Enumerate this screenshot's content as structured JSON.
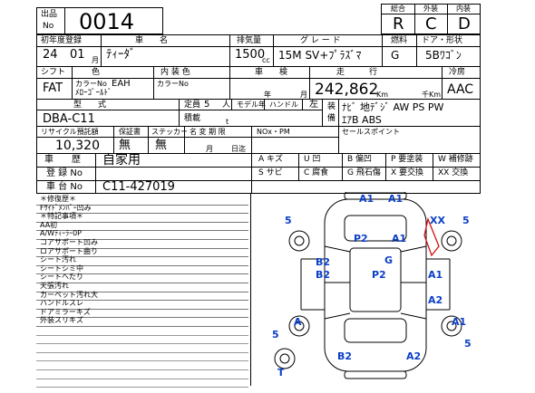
{
  "header": {
    "lot_label_1": "出品",
    "lot_label_2": "No",
    "lot_number": "0014",
    "grade_labels": [
      "総合",
      "外装",
      "内装"
    ],
    "grade_values": [
      "R",
      "C",
      "D"
    ]
  },
  "row1": {
    "reg_label": "初年度登録",
    "model_label": "車　　名",
    "disp_label": "排気量",
    "grade_label": "グ レ ー ド",
    "fuel_label": "燃料",
    "door_label": "ドア・形状",
    "year": "24",
    "month": "01",
    "month_unit": "月",
    "model": "ﾃｨｰﾀﾞ",
    "displacement": "1500",
    "cc_unit": "cc",
    "grade": "15M SV+ﾌﾟﾗｽﾞﾏ",
    "fuel": "G",
    "door": "5Bﾜｺﾞﾝ"
  },
  "row2": {
    "shift_label": "シフト",
    "color_label": "色",
    "interior_label": "内 装 色",
    "inspection_label": "車　　検",
    "mileage_label": "走　　　行",
    "ac_label": "冷房",
    "shift": "FAT",
    "color_no_label": "カラーNo",
    "color_no": "EAH",
    "color_name": "ﾒﾛｰｺﾞｰﾙﾄﾞ",
    "int_color_no_label": "カラーNo",
    "year_unit": "年",
    "month_unit": "月",
    "mileage": "242,862",
    "km_unit": "Km",
    "thousand_km_unit": "千Km",
    "ac": "AAC"
  },
  "row3": {
    "type_label": "型　　式",
    "capacity_label": "定員",
    "capacity": "5",
    "capacity_unit": "人",
    "model_no_label": "モデル年",
    "handle_label": "ハンドル",
    "handle_value": "左",
    "equip_label_1": "装",
    "equip_label_2": "備",
    "equip_line_1": "ﾅﾋﾞ 地ﾃﾞｼﾞ AW PS PW",
    "equip_line_2": "ｴｱB ABS",
    "type": "DBA-C11",
    "load_label": "積載",
    "load_unit": "t"
  },
  "row4": {
    "recycle_label": "リサイクル預託額",
    "warranty_label": "保証書",
    "sticker_label": "ステッカー",
    "rename_label": "名 変 期 限",
    "nox_label": "NOx・PM",
    "sales_label": "セールスポイント",
    "recycle": "10,320",
    "warranty": "無",
    "sticker": "無",
    "month_unit": "月",
    "day_unit": "日迄"
  },
  "history": {
    "history_label": "車　　歴",
    "history_value": "自家用",
    "reg_no_label": "登 録 No",
    "chassis_label": "車 台 No",
    "chassis_value": "C11-427019"
  },
  "legend": [
    [
      "A キズ",
      "U 凹",
      "B 偏凹",
      "P 要塗装",
      "W 補修跡"
    ],
    [
      "S サビ",
      "C 腐食",
      "G 飛石傷",
      "X 要交換",
      "XX 交換"
    ]
  ],
  "notes": [
    "＊修復歴＊",
    "Fｻｲﾄﾞﾒﾝﾊﾞｰ凹み",
    "＊特記事項＊",
    "AA初",
    "A/Wﾃｨｰﾗｰ0P",
    "コアサポート凹み",
    "ロアサポート曲り",
    "シート汚れ",
    "シートシミ中",
    "シートへたり",
    "天張汚れ",
    "カーペット汚れ大",
    "ハンドルスレ",
    "ドアミラーキズ",
    "外装スリキズ"
  ],
  "diagram_marks": {
    "front_a1_left": "A1",
    "front_a1_right": "A1",
    "left_top": "5",
    "right_top": "5",
    "xx": "XX",
    "p2_top": "P2",
    "a1_top": "A1",
    "g_mid": "G",
    "b2_1": "B2",
    "b2_2": "B2",
    "p2_mid": "P2",
    "a1_right": "A1",
    "a2_right": "A2",
    "a_left": "A",
    "a1_lower": "A1",
    "five_left": "5",
    "five_right": "5",
    "t_bottom": "T",
    "b2_bottom": "B2",
    "a2_bottom": "A2"
  }
}
